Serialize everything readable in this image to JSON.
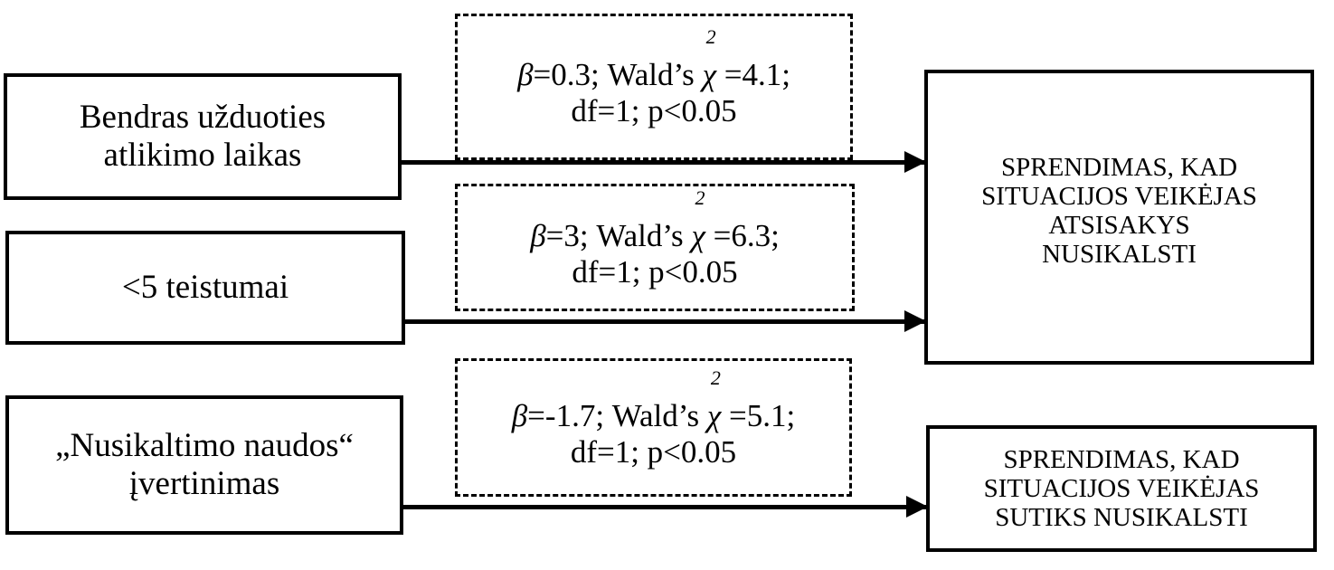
{
  "predictors": [
    {
      "label": "Bendras užduoties atlikimo laikas",
      "lines": [
        "Bendras užduoties",
        "atlikimo laikas"
      ]
    },
    {
      "label": "<5 teistumai",
      "lines": [
        "<5 teistumai"
      ]
    },
    {
      "label": "„Nusikaltimo naudos“ įvertinimas",
      "lines": [
        "„Nusikaltimo naudos“",
        "įvertinimas"
      ]
    }
  ],
  "stats": [
    {
      "beta_symbol": "β",
      "beta_value": "=0.3; Wald’s ",
      "chi_symbol": "χ",
      "chi_exp": "2",
      "chi_value": "=4.1;",
      "line2": "df=1; p<0.05"
    },
    {
      "beta_symbol": "β",
      "beta_value": "=3; Wald’s ",
      "chi_symbol": "χ",
      "chi_exp": "2",
      "chi_value": "=6.3;",
      "line2": "df=1; p<0.05"
    },
    {
      "beta_symbol": "β",
      "beta_value": "=-1.7; Wald’s ",
      "chi_symbol": "χ",
      "chi_exp": "2",
      "chi_value": "=5.1;",
      "line2": "df=1; p<0.05"
    }
  ],
  "outcomes": [
    {
      "lines": [
        "SPRENDIMAS, KAD",
        "SITUACIJOS VEIKĖJAS",
        "ATSISAKYS",
        "NUSIKALSTI"
      ]
    },
    {
      "lines": [
        "SPRENDIMAS, KAD",
        "SITUACIJOS VEIKĖJAS",
        "SUTIKS NUSIKALSTI"
      ]
    }
  ],
  "edges": [
    {
      "from": "predictor-0",
      "to": "outcome-0",
      "stats": "stats-0"
    },
    {
      "from": "predictor-1",
      "to": "outcome-0",
      "stats": "stats-1"
    },
    {
      "from": "predictor-2",
      "to": "outcome-1",
      "stats": "stats-2"
    }
  ]
}
